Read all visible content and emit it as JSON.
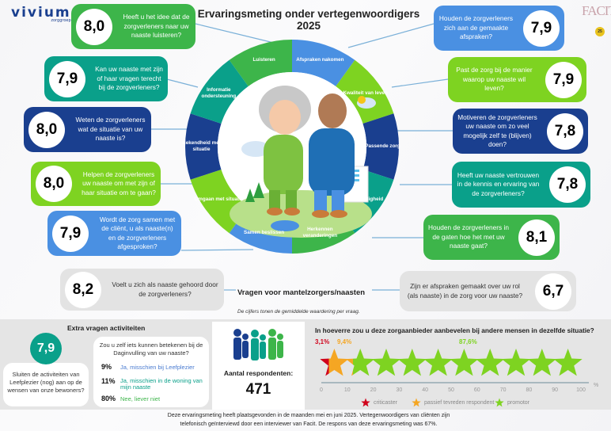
{
  "header": {
    "title": "Ervaringsmeting onder vertegenwoordigers 2025",
    "logo_left": "vivium",
    "logo_left_sub": "zorggroep",
    "logo_right": "FACIT",
    "logo_right_badge": "25"
  },
  "colors": {
    "green": "#3db54a",
    "blue": "#4a90e2",
    "lime": "#7ed321",
    "navy": "#1a3f8f",
    "teal": "#0aa08a",
    "red": "#d0021b",
    "orange": "#f5a623"
  },
  "segments": [
    {
      "label": "Luisteren",
      "color": "green"
    },
    {
      "label": "Afspraken nakomen",
      "color": "blue"
    },
    {
      "label": "Kwaliteit van leven",
      "color": "lime"
    },
    {
      "label": "Passende zorg",
      "color": "navy"
    },
    {
      "label": "Deskundigheid",
      "color": "teal"
    },
    {
      "label": "Herkennen veranderingen",
      "color": "green"
    },
    {
      "label": "Samen beslissen",
      "color": "blue"
    },
    {
      "label": "Omgaan met situatie",
      "color": "lime"
    },
    {
      "label": "Bekendheid met situatie",
      "color": "navy"
    },
    {
      "label": "Informatie ondersteuning",
      "color": "teal"
    }
  ],
  "questions": [
    {
      "score": "8,0",
      "text": "Heeft u het idee dat de zorgverleners naar uw naaste luisteren?"
    },
    {
      "score": "7,9",
      "text": "Kan uw naaste met zijn of haar vragen terecht bij de zorgverleners?"
    },
    {
      "score": "8,0",
      "text": "Weten de zorgverleners wat de situatie van uw naaste is?"
    },
    {
      "score": "8,0",
      "text": "Helpen de zorgverleners uw naaste om met zijn of haar situatie om te gaan?"
    },
    {
      "score": "7,9",
      "text": "Wordt de zorg samen met de cliënt, u als naaste(n) en de zorgverleners afgesproken?"
    },
    {
      "score": "7,9",
      "text": "Houden de zorgverleners zich aan de gemaakte afspraken?"
    },
    {
      "score": "7,9",
      "text": "Past de zorg bij de manier waarop uw naaste wil leven?"
    },
    {
      "score": "7,8",
      "text": "Motiveren de zorgverleners uw naaste om zo veel mogelijk zelf te (blijven) doen?"
    },
    {
      "score": "7,8",
      "text": "Heeft uw naaste vertrouwen in de kennis en ervaring van de zorgverleners?"
    },
    {
      "score": "8,1",
      "text": "Houden de zorgverleners in de gaten hoe het met uw naaste gaat?"
    }
  ],
  "caregiver": {
    "heading": "Vragen voor mantelzorgers/naasten",
    "note": "De cijfers tonen de gemiddelde waardering per vraag.",
    "q1": {
      "score": "8,2",
      "text": "Voelt u zich als naaste gehoord door de zorgverleners?"
    },
    "q2": {
      "score": "6,7",
      "text": "Zijn er afspraken gemaakt over uw rol (als naaste) in de zorg voor uw naaste?"
    }
  },
  "extra": {
    "title": "Extra vragen activiteiten",
    "score": "7,9",
    "score_question": "Sluiten de activiteiten van Leefplezier (nog) aan op de wensen van onze bewoners?",
    "question": "Zou u zelf iets kunnen betekenen bij de Daginvulling van uw naaste?",
    "options": [
      {
        "pct": "9%",
        "label": "Ja, misschien bij Leefplezier",
        "color": "#4a7bd0"
      },
      {
        "pct": "11%",
        "label": "Ja, misschien in de woning van mijn naaste",
        "color": "#0aa08a"
      },
      {
        "pct": "80%",
        "label": "Nee, liever niet",
        "color": "#3db54a"
      }
    ]
  },
  "respondents": {
    "label": "Aantal respondenten:",
    "count": "471"
  },
  "chart_data": {
    "type": "bar",
    "title": "In hoeverre zou u deze zorgaanbieder aanbevelen bij andere mensen in dezelfde situatie?",
    "series": [
      {
        "name": "criticaster",
        "value": 3.1,
        "label": "3,1%",
        "color": "#d0021b"
      },
      {
        "name": "passief tevreden respondent",
        "value": 9.4,
        "label": "9,4%",
        "color": "#f5a623"
      },
      {
        "name": "promotor",
        "value": 87.6,
        "label": "87,6%",
        "color": "#7ed321"
      }
    ],
    "xlim": [
      0,
      100
    ],
    "xticks": [
      "0",
      "10",
      "20",
      "30",
      "40",
      "50",
      "60",
      "70",
      "80",
      "90",
      "100"
    ],
    "xunit": "%",
    "legend": "bottom"
  },
  "footer": {
    "line1": "Deze ervaringsmeting heeft plaatsgevonden in de maanden mei en juni 2025. Vertegenwoordigers van cliënten zijn",
    "line2": "telefonisch geïnterviewd door een interviewer van Facit. De respons van deze ervaringsmeting was 67%."
  }
}
